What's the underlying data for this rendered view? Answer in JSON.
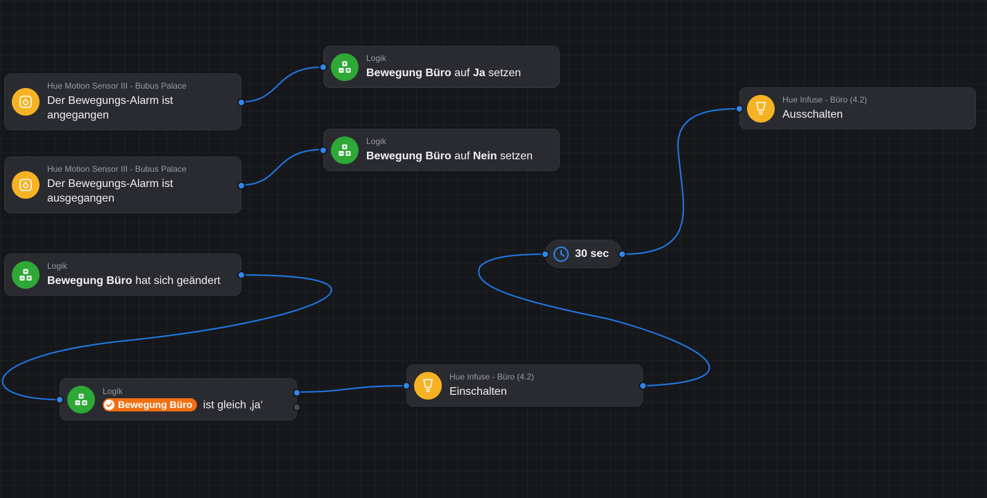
{
  "colors": {
    "canvas": "#16171b",
    "node": "#2a2b30",
    "wire": "#1f7ae8",
    "port": "#2f86ee",
    "logic_icon": "#2ea836",
    "device_icon": "#f5b324",
    "chip": "#f26f12"
  },
  "nodes": {
    "motion_on": {
      "subtitle": "Hue Motion Sensor III - Bubus Palace",
      "title": "Der Bewegungs-Alarm ist angegangen",
      "icon": "motion-sensor-icon"
    },
    "motion_off": {
      "subtitle": "Hue Motion Sensor III - Bubus Palace",
      "title": "Der Bewegungs-Alarm ist ausgegangen",
      "icon": "motion-sensor-icon"
    },
    "set_yes": {
      "subtitle": "Logik",
      "title_bold": "Bewegung Büro",
      "title_rest": " auf ",
      "title_value": "Ja",
      "title_tail": " setzen",
      "icon": "logic-icon"
    },
    "set_no": {
      "subtitle": "Logik",
      "title_bold": "Bewegung Büro",
      "title_rest": " auf ",
      "title_value": "Nein",
      "title_tail": " setzen",
      "icon": "logic-icon"
    },
    "changed": {
      "subtitle": "Logik",
      "title_bold": "Bewegung Büro",
      "title_rest": " hat sich geändert",
      "icon": "logic-icon"
    },
    "condition": {
      "subtitle": "Logik",
      "chip": "Bewegung Büro",
      "title_rest": " ist gleich ‚ja‘",
      "icon": "logic-icon"
    },
    "turn_on": {
      "subtitle": "Hue Infuse - Büro (4.2)",
      "title": "Einschalten",
      "icon": "lightbulb-icon"
    },
    "turn_off": {
      "subtitle": "Hue Infuse - Büro (4.2)",
      "title": "Ausschalten",
      "icon": "lightbulb-icon"
    },
    "delay": {
      "label": "30 sec",
      "icon": "clock-icon"
    }
  }
}
